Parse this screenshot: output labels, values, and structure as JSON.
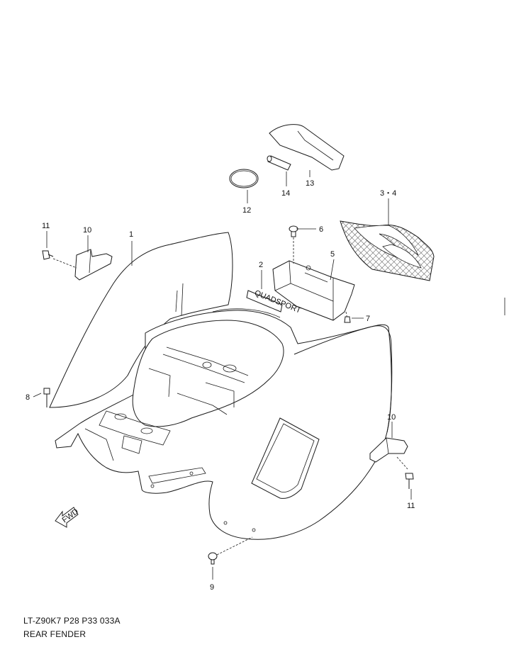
{
  "diagram": {
    "callouts": {
      "c1": "1",
      "c2": "2",
      "c34": "3・4",
      "c5": "5",
      "c6": "6",
      "c7": "7",
      "c8": "8",
      "c9": "9",
      "c10a": "10",
      "c10b": "10",
      "c11a": "11",
      "c11b": "11",
      "c12": "12",
      "c13": "13",
      "c14": "14"
    },
    "fwd_label": "FWD",
    "emblem_text": "QUADSPORT"
  },
  "caption": {
    "line1": "LT-Z90K7 P28 P33  033A",
    "line2": "REAR FENDER"
  }
}
